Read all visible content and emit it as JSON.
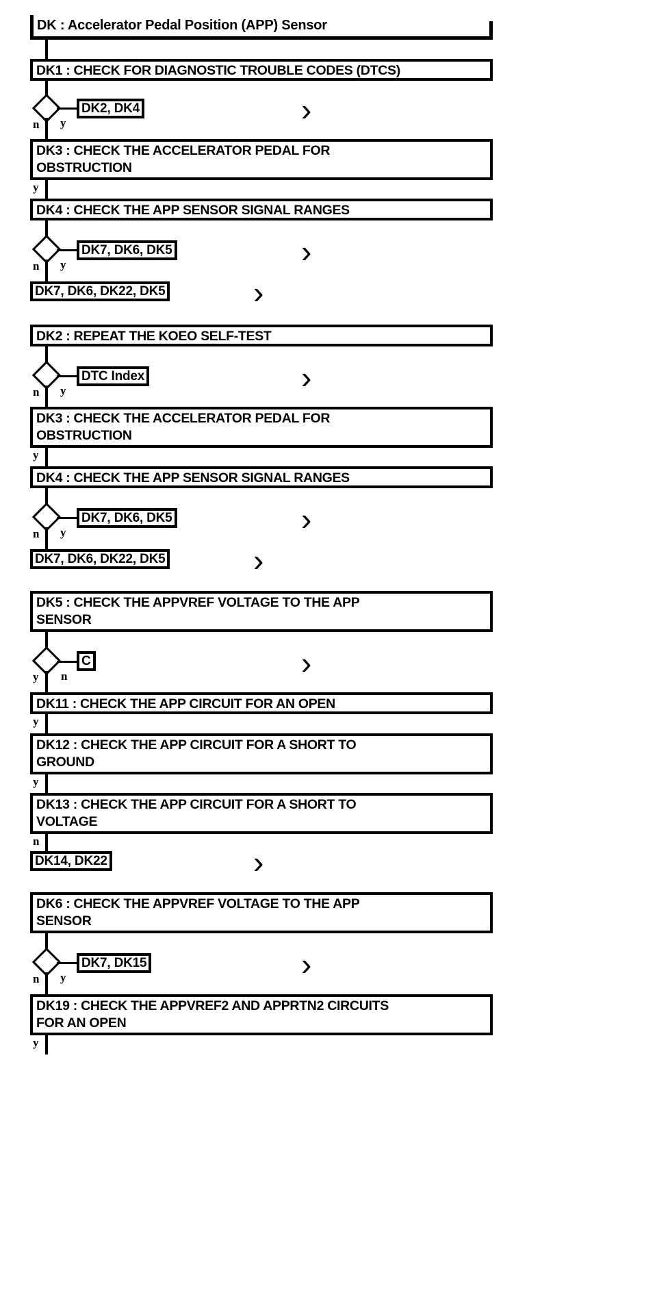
{
  "diagram": {
    "title": "DK : Accelerator Pedal Position (APP) Sensor",
    "type": "flowchart",
    "branch_labels": {
      "yes": "y",
      "no": "n"
    },
    "chevron_glyph": "›"
  },
  "nodes": {
    "dk1": "DK1 : CHECK FOR DIAGNOSTIC TROUBLE CODES (DTCS)",
    "dk1_ref": "DK2, DK4",
    "dk3_a": "DK3 : CHECK THE ACCELERATOR PEDAL FOR\nOBSTRUCTION",
    "dk4_a": "DK4 : CHECK THE APP SENSOR SIGNAL RANGES",
    "dk4_a_ref": "DK7, DK6, DK5",
    "dk4_a_term": "DK7, DK6, DK22, DK5",
    "dk2": "DK2 : REPEAT THE KOEO SELF-TEST",
    "dk2_ref": "DTC Index",
    "dk3_b": "DK3 : CHECK THE ACCELERATOR PEDAL FOR\nOBSTRUCTION",
    "dk4_b": "DK4 : CHECK THE APP SENSOR SIGNAL RANGES",
    "dk4_b_ref": "DK7, DK6, DK5",
    "dk4_b_term": "DK7, DK6, DK22, DK5",
    "dk5": "DK5 : CHECK THE APPVREF VOLTAGE TO THE APP\nSENSOR",
    "dk5_ref": "C",
    "dk11": "DK11 : CHECK THE APP CIRCUIT FOR AN OPEN",
    "dk12": "DK12 : CHECK THE APP CIRCUIT FOR A SHORT TO\nGROUND",
    "dk13": "DK13 : CHECK THE APP CIRCUIT FOR A SHORT TO\nVOLTAGE",
    "dk13_term": "DK14, DK22",
    "dk6": "DK6 : CHECK THE APPVREF VOLTAGE TO THE APP\nSENSOR",
    "dk6_ref": "DK7, DK15",
    "dk19": "DK19 : CHECK THE APPVREF2 AND APPRTN2 CIRCUITS\nFOR AN OPEN"
  },
  "edges": {
    "dk1_yes": "y",
    "dk1_no": "n",
    "dk3_a_yes": "y",
    "dk4_a_yes": "y",
    "dk4_a_no": "n",
    "dk2_yes": "y",
    "dk2_no": "n",
    "dk3_b_yes": "y",
    "dk4_b_yes": "y",
    "dk4_b_no": "n",
    "dk5_yes": "y",
    "dk5_no": "n",
    "dk11_yes": "y",
    "dk12_yes": "y",
    "dk13_no": "n",
    "dk6_yes": "y",
    "dk6_no": "n",
    "dk19_yes": "y"
  },
  "colors": {
    "line": "#000000",
    "fill": "#ffffff"
  }
}
